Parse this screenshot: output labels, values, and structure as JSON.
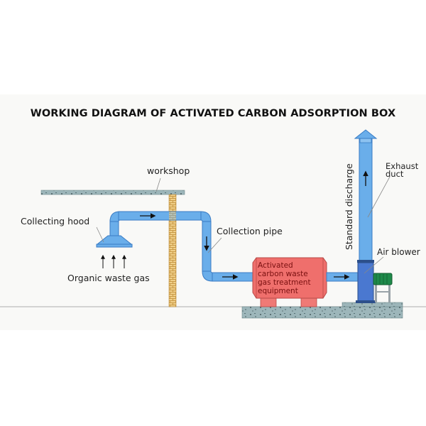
{
  "title": "WORKING DIAGRAM OF ACTIVATED CARBON ADSORPTION BOX",
  "labels": {
    "workshop": "workshop",
    "collecting_hood": "Collecting hood",
    "organic_waste_gas": "Organic waste gas",
    "collection_pipe": "Collection pipe",
    "equipment": [
      "Activated",
      "carbon waste",
      "gas treatment",
      "equipment"
    ],
    "standard_discharge": "Standard discharge",
    "exhaust_duct": [
      "Exhaust",
      "duct"
    ],
    "air_blower": "Air blower"
  },
  "colors": {
    "pipe": "#6aaeea",
    "pipe_dark": "#3a7cc4",
    "equipment": "#ef6f6c",
    "equipment_text": "#7a1010",
    "blower": "#4a78d0",
    "motor": "#1f8a4a",
    "wall": "#e8c37a",
    "concrete": "#9bb4b8"
  }
}
